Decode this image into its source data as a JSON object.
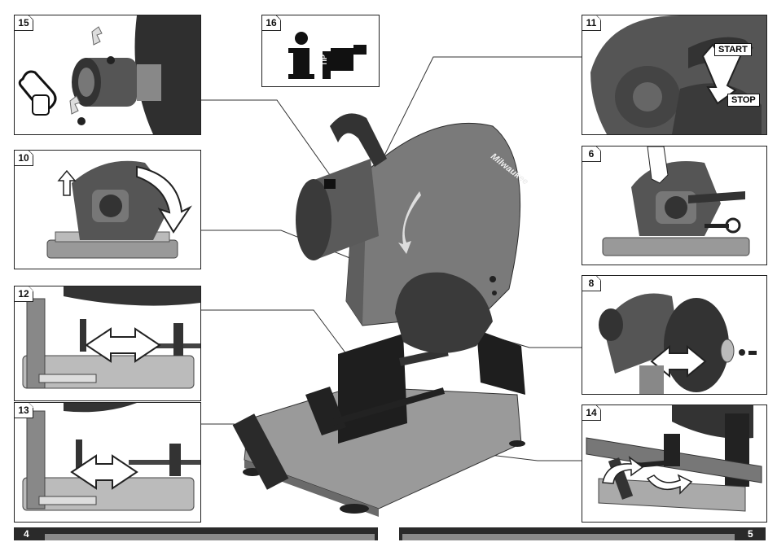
{
  "panels": {
    "p15": {
      "number": "15"
    },
    "p16": {
      "number": "16",
      "tip_label": "TIP"
    },
    "p10": {
      "number": "10"
    },
    "p12": {
      "number": "12"
    },
    "p13": {
      "number": "13"
    },
    "p11": {
      "number": "11",
      "start_label": "START",
      "stop_label": "STOP"
    },
    "p6": {
      "number": "6"
    },
    "p8": {
      "number": "8"
    },
    "p14": {
      "number": "14"
    }
  },
  "main_saw": {
    "brand_text": "Milwaukee"
  },
  "footer": {
    "left_page": "4",
    "right_page": "5"
  },
  "colors": {
    "saw_body": "#7a7a7a",
    "dark": "#2a2a2a",
    "wheel": "#3a3a3a",
    "base": "#9a9a9a"
  }
}
